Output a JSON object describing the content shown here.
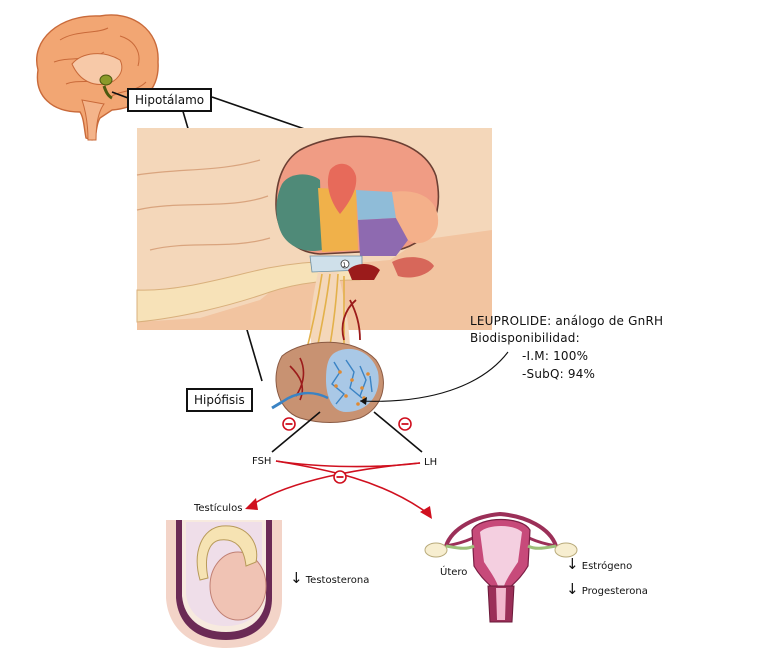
{
  "labels": {
    "hypothalamus": "Hipotálamo",
    "pituitary": "Hipófisis",
    "fsh": "FSH",
    "lh": "LH",
    "testes": "Testículos",
    "uterus": "Útero",
    "testosterone": "Testosterona",
    "estrogen": "Estrógeno",
    "progesterone": "Progesterona"
  },
  "note": {
    "line1": "LEUPROLIDE: análogo de GnRH",
    "line2": "Biodisponibilidad:",
    "line3": "-I.M: 100%",
    "line4": "-SubQ: 94%"
  },
  "markers": {
    "decrease_arrow": "↓",
    "inhibit_symbol": "−",
    "region_number": "1"
  },
  "colors": {
    "inhibit_red": "#d0101f",
    "line_black": "#111111",
    "brain": "#f2a673",
    "hypothalamus_highlight": "#8a9a2a",
    "pituitary": "#c89272",
    "vessel_red": "#9b1b1b",
    "vessel_blue": "#3a83c4",
    "uterus": "#9b2f58",
    "scrotum": "#6b2a55"
  }
}
